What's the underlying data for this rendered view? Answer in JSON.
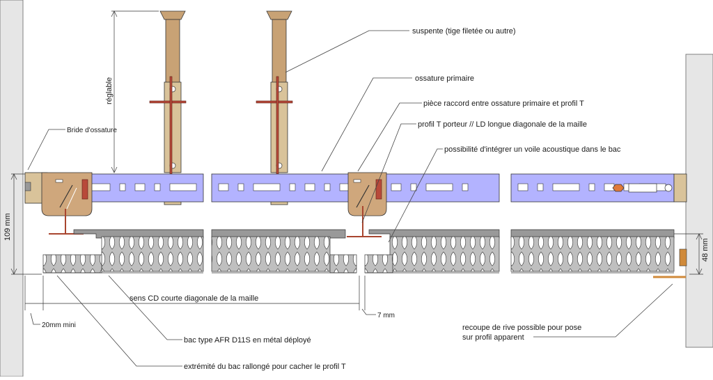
{
  "labels": {
    "suspente": "suspente (tige filetée ou autre)",
    "ossature_primaire": "ossature primaire",
    "piece_raccord": "pièce raccord entre ossature primaire et profil T",
    "profil_t": "profil T porteur // LD longue diagonale de la maille",
    "voile": "possibilité d'intégrer un voile acoustique dans le bac",
    "bride": "Bride d'ossature",
    "reglable": "réglable",
    "sens_cd": "sens CD courte diagonale de la maille",
    "bac_type": "bac type AFR D11S en métal déployé",
    "extremite": "extrémité du bac rallongé pour cacher le profil T",
    "recoupe_1": "recoupe de rive possible pour pose",
    "recoupe_2": "sur profil apparent",
    "dim_109": "109 mm",
    "dim_48": "48 mm",
    "dim_20": "20mm mini",
    "dim_7": "7 mm"
  },
  "colors": {
    "rail": "#b3b3ff",
    "rod": "#c8a275",
    "pin": "#b84a3a",
    "tray": "#999999",
    "mesh": "#bfbfbf"
  }
}
